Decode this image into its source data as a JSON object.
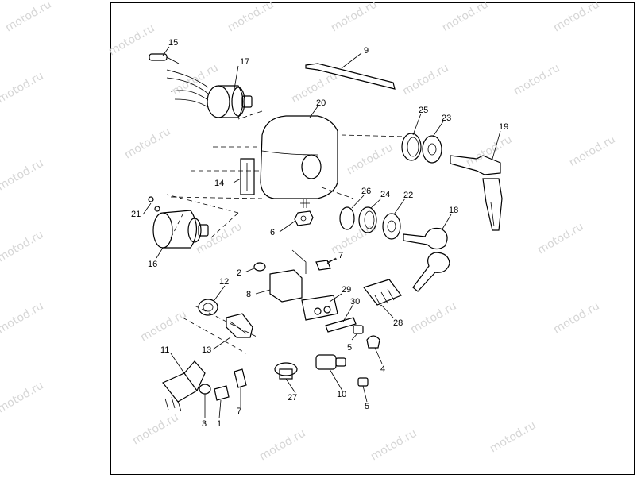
{
  "watermark": "motod.ru",
  "callouts": {
    "c1": "1",
    "c2": "2",
    "c3": "3",
    "c4": "4",
    "c5a": "5",
    "c5b": "5",
    "c6": "6",
    "c7a": "7",
    "c7b": "7",
    "c8": "8",
    "c9": "9",
    "c10": "10",
    "c11": "11",
    "c12": "12",
    "c13": "13",
    "c14": "14",
    "c15": "15",
    "c16": "16",
    "c17": "17",
    "c18": "18",
    "c19": "19",
    "c20": "20",
    "c21": "21",
    "c22": "22",
    "c23": "23",
    "c24": "24",
    "c25": "25",
    "c26": "26",
    "c27": "27",
    "c28": "28",
    "c29": "29",
    "c30": "30"
  }
}
